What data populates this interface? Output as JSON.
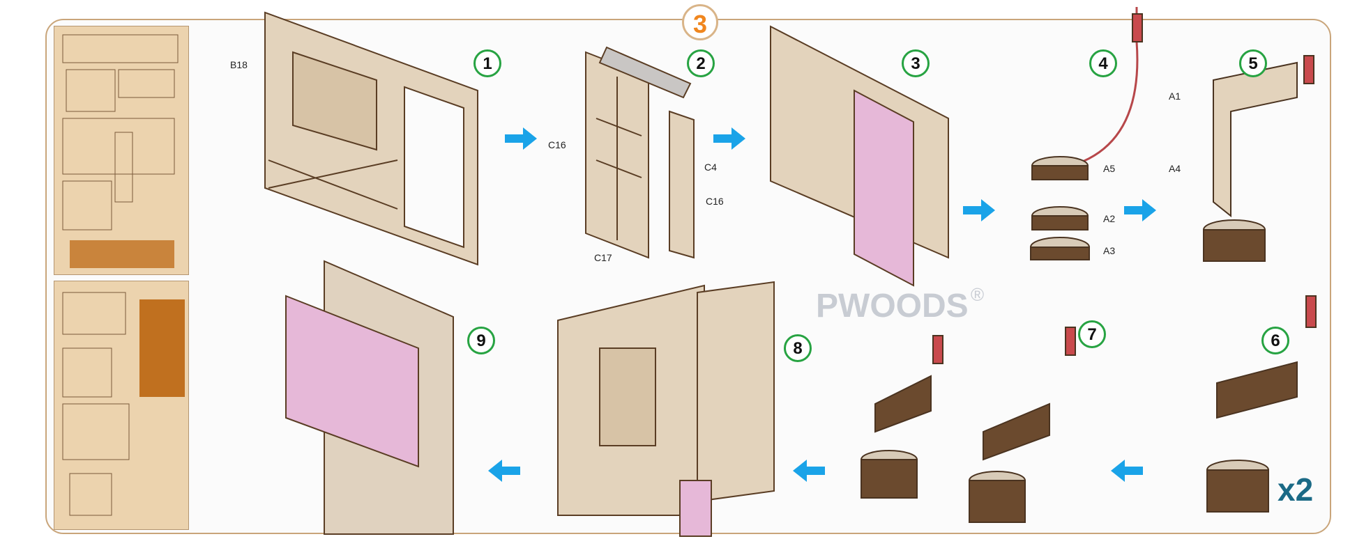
{
  "stage_number": "3",
  "steps": [
    "1",
    "2",
    "3",
    "4",
    "5",
    "6",
    "7",
    "8",
    "9"
  ],
  "part_labels": {
    "b18": "B18",
    "c16_a": "C16",
    "c4": "C4",
    "c16_b": "C16",
    "c17": "C17",
    "a5": "A5",
    "a2": "A2",
    "a3": "A3",
    "a1": "A1",
    "a4": "A4"
  },
  "quantity": "x2",
  "watermark": "PWOODS",
  "registered_mark": "®",
  "colors": {
    "frame": "#c9a57a",
    "stage": "#f0861e",
    "step_ring": "#27a342",
    "arrow": "#1aa3e8",
    "quantity": "#1b6a86",
    "wood": "#e3d3bc",
    "dark_wood": "#6b4a2e",
    "pink": "#e6b8d8"
  }
}
